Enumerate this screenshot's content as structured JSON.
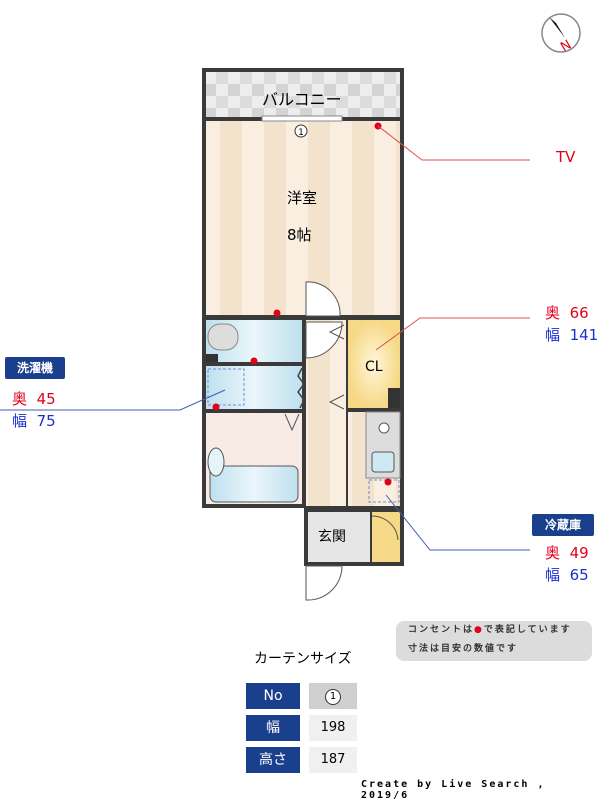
{
  "rooms": {
    "balcony": "バルコニー",
    "western": "洋室",
    "western_size": "8帖",
    "closet": "CL",
    "entrance": "玄関"
  },
  "curtain_marker": "1",
  "tv": {
    "label": "TV"
  },
  "closet_dims": {
    "depth_label": "奥",
    "depth": "66",
    "width_label": "幅",
    "width": "141"
  },
  "washer": {
    "title": "洗濯機",
    "depth_label": "奥",
    "depth": "45",
    "width_label": "幅",
    "width": "75"
  },
  "fridge": {
    "title": "冷蔵庫",
    "depth_label": "奥",
    "depth": "49",
    "width_label": "幅",
    "width": "65"
  },
  "note": {
    "line1a": "コンセントは",
    "line1b": "で表記しています",
    "line2": "寸法は目安の数値です"
  },
  "curtain": {
    "title": "カーテンサイズ",
    "rows": [
      {
        "label": "No",
        "value": "1"
      },
      {
        "label": "幅",
        "value": "198"
      },
      {
        "label": "高さ",
        "value": "187"
      }
    ]
  },
  "credit": "Create by Live Search , 2019/6",
  "compass": {
    "label": "N"
  },
  "colors": {
    "outlet": "#e3001b",
    "tag": "#1a3f8c",
    "depth": "#e3001b",
    "width": "#1a2fd0"
  }
}
